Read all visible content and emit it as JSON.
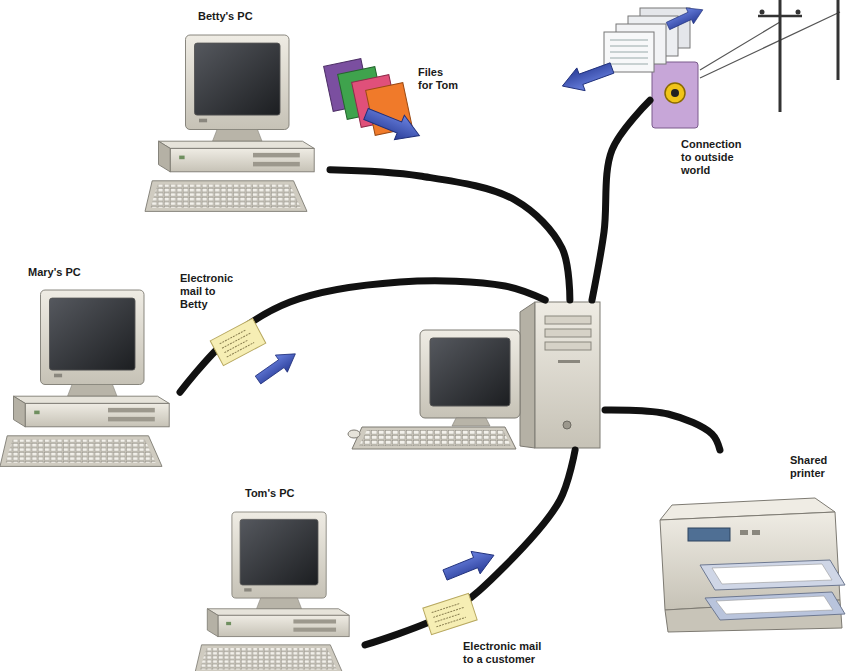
{
  "diagram": {
    "nodes": [
      {
        "text": [
          "Betty's PC"
        ]
      },
      {
        "text": [
          "Connection to outside world"
        ]
      },
      {
        "text": [
          "Mary's PC"
        ]
      },
      {
        "text": []
      },
      {
        "text": [
          "Shared printer"
        ]
      },
      {
        "text": [
          "Tom's PC"
        ]
      }
    ],
    "edges": [
      {
        "from": 0,
        "to": 3,
        "arrow": "none"
      },
      {
        "from": 2,
        "to": 3,
        "label": "Electronic mail to Betty",
        "arrow": "none"
      },
      {
        "from": 5,
        "to": 3,
        "label": "Electronic mail to a customer",
        "arrow": "none"
      },
      {
        "from": 3,
        "to": 1,
        "arrow": "none"
      },
      {
        "from": 3,
        "to": 4,
        "arrow": "none"
      }
    ],
    "labels": [
      "Files for Tom"
    ]
  }
}
